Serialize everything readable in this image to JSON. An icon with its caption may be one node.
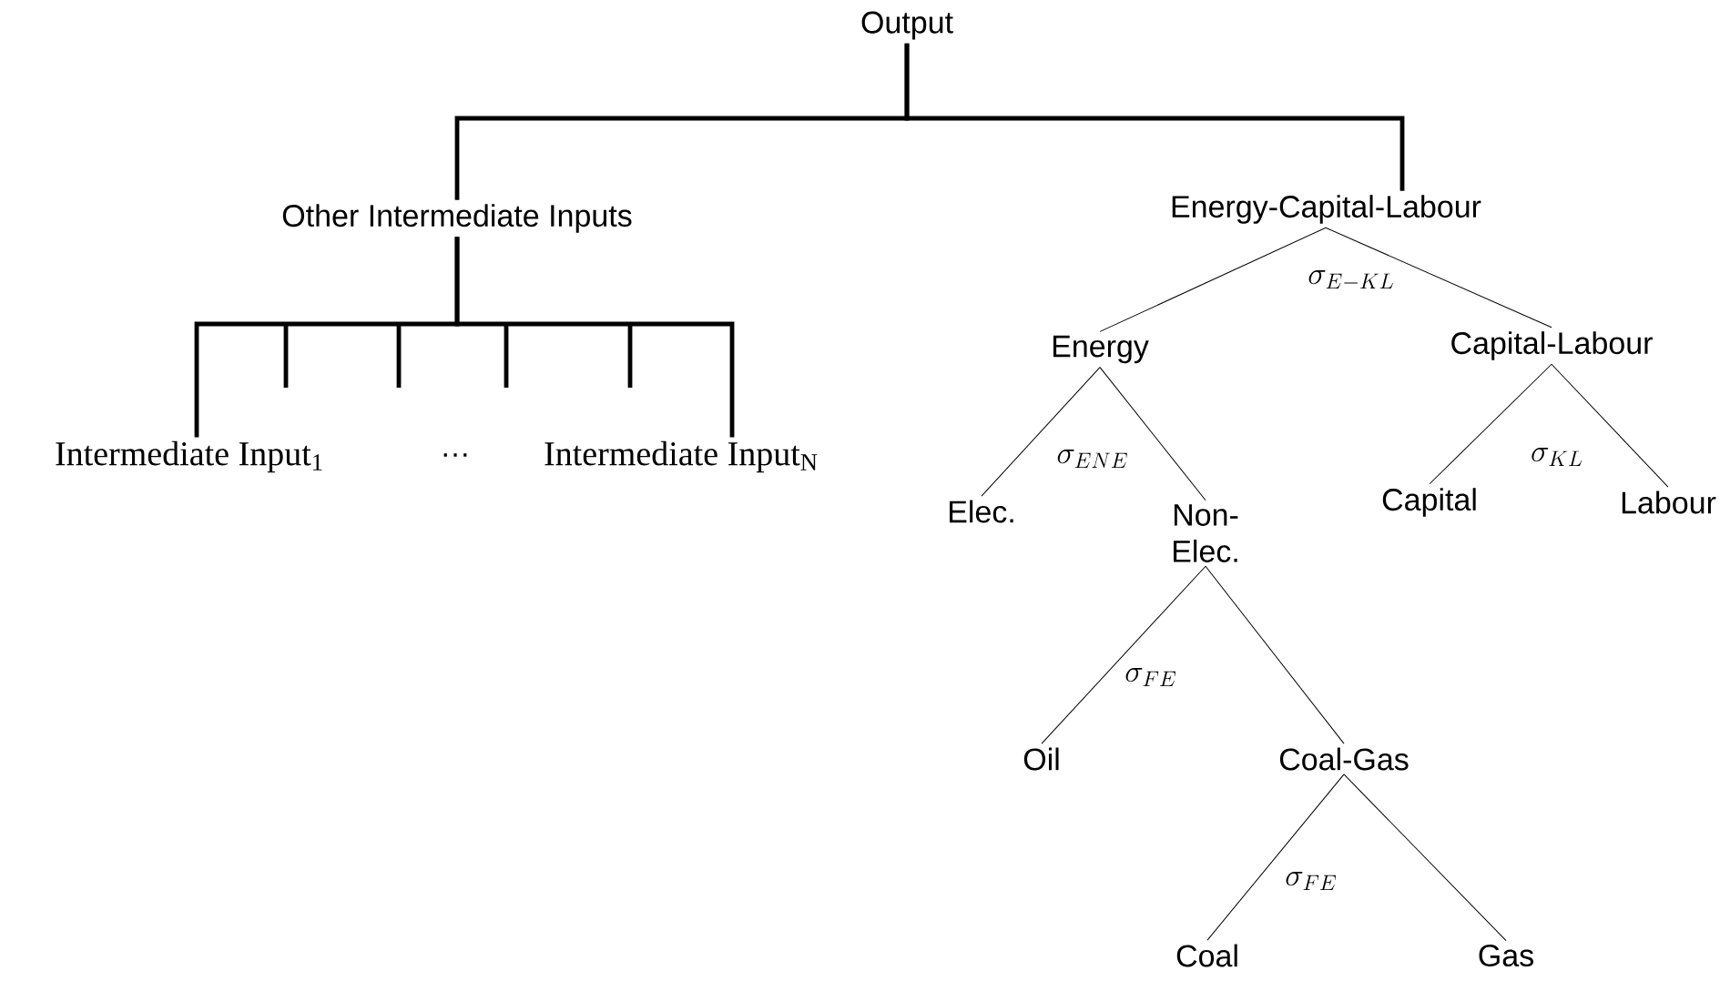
{
  "diagram": {
    "nodes": [
      {
        "text": [
          "Output"
        ]
      },
      {
        "text": [
          "Other Intermediate Inputs"
        ]
      },
      {
        "text": [
          "Energy-Capital-Labour"
        ]
      },
      {
        "text": [
          "Intermediate Input$_{1}$"
        ]
      },
      {
        "text": [
          "Intermediate Input$_{N}$"
        ]
      },
      {
        "text": [
          "Energy"
        ]
      },
      {
        "text": [
          "Capital-Labour"
        ]
      },
      {
        "text": [
          "Elec."
        ]
      },
      {
        "text": [
          "Non-Elec."
        ]
      },
      {
        "text": [
          "Capital"
        ]
      },
      {
        "text": [
          "Labour"
        ]
      },
      {
        "text": [
          "Oil"
        ]
      },
      {
        "text": [
          "Coal-Gas"
        ]
      },
      {
        "text": [
          "Coal"
        ]
      },
      {
        "text": [
          "Gas"
        ]
      }
    ],
    "edges": [
      {
        "from": 0,
        "to": 1,
        "arrow": "none",
        "style": "thick"
      },
      {
        "from": 0,
        "to": 2,
        "arrow": "none",
        "style": "thick"
      },
      {
        "from": 1,
        "to": 3,
        "arrow": "none",
        "style": "thick"
      },
      {
        "from": 1,
        "to": 4,
        "arrow": "none",
        "style": "thick"
      },
      {
        "from": 2,
        "to": 5,
        "arrow": "none"
      },
      {
        "from": 2,
        "to": 6,
        "arrow": "none"
      },
      {
        "from": 5,
        "to": 7,
        "arrow": "none"
      },
      {
        "from": 5,
        "to": 8,
        "arrow": "none"
      },
      {
        "from": 6,
        "to": 9,
        "arrow": "none"
      },
      {
        "from": 6,
        "to": 10,
        "arrow": "none"
      },
      {
        "from": 8,
        "to": 11,
        "arrow": "none"
      },
      {
        "from": 8,
        "to": 12,
        "arrow": "none"
      },
      {
        "from": 12,
        "to": 13,
        "arrow": "none"
      },
      {
        "from": 12,
        "to": 14,
        "arrow": "none"
      }
    ],
    "labels": [
      "…",
      "\\sigma_{E-KL}",
      "\\sigma_{ENE}",
      "\\sigma_{KL}",
      "\\sigma_{FE}",
      "\\sigma_{FE}"
    ]
  }
}
